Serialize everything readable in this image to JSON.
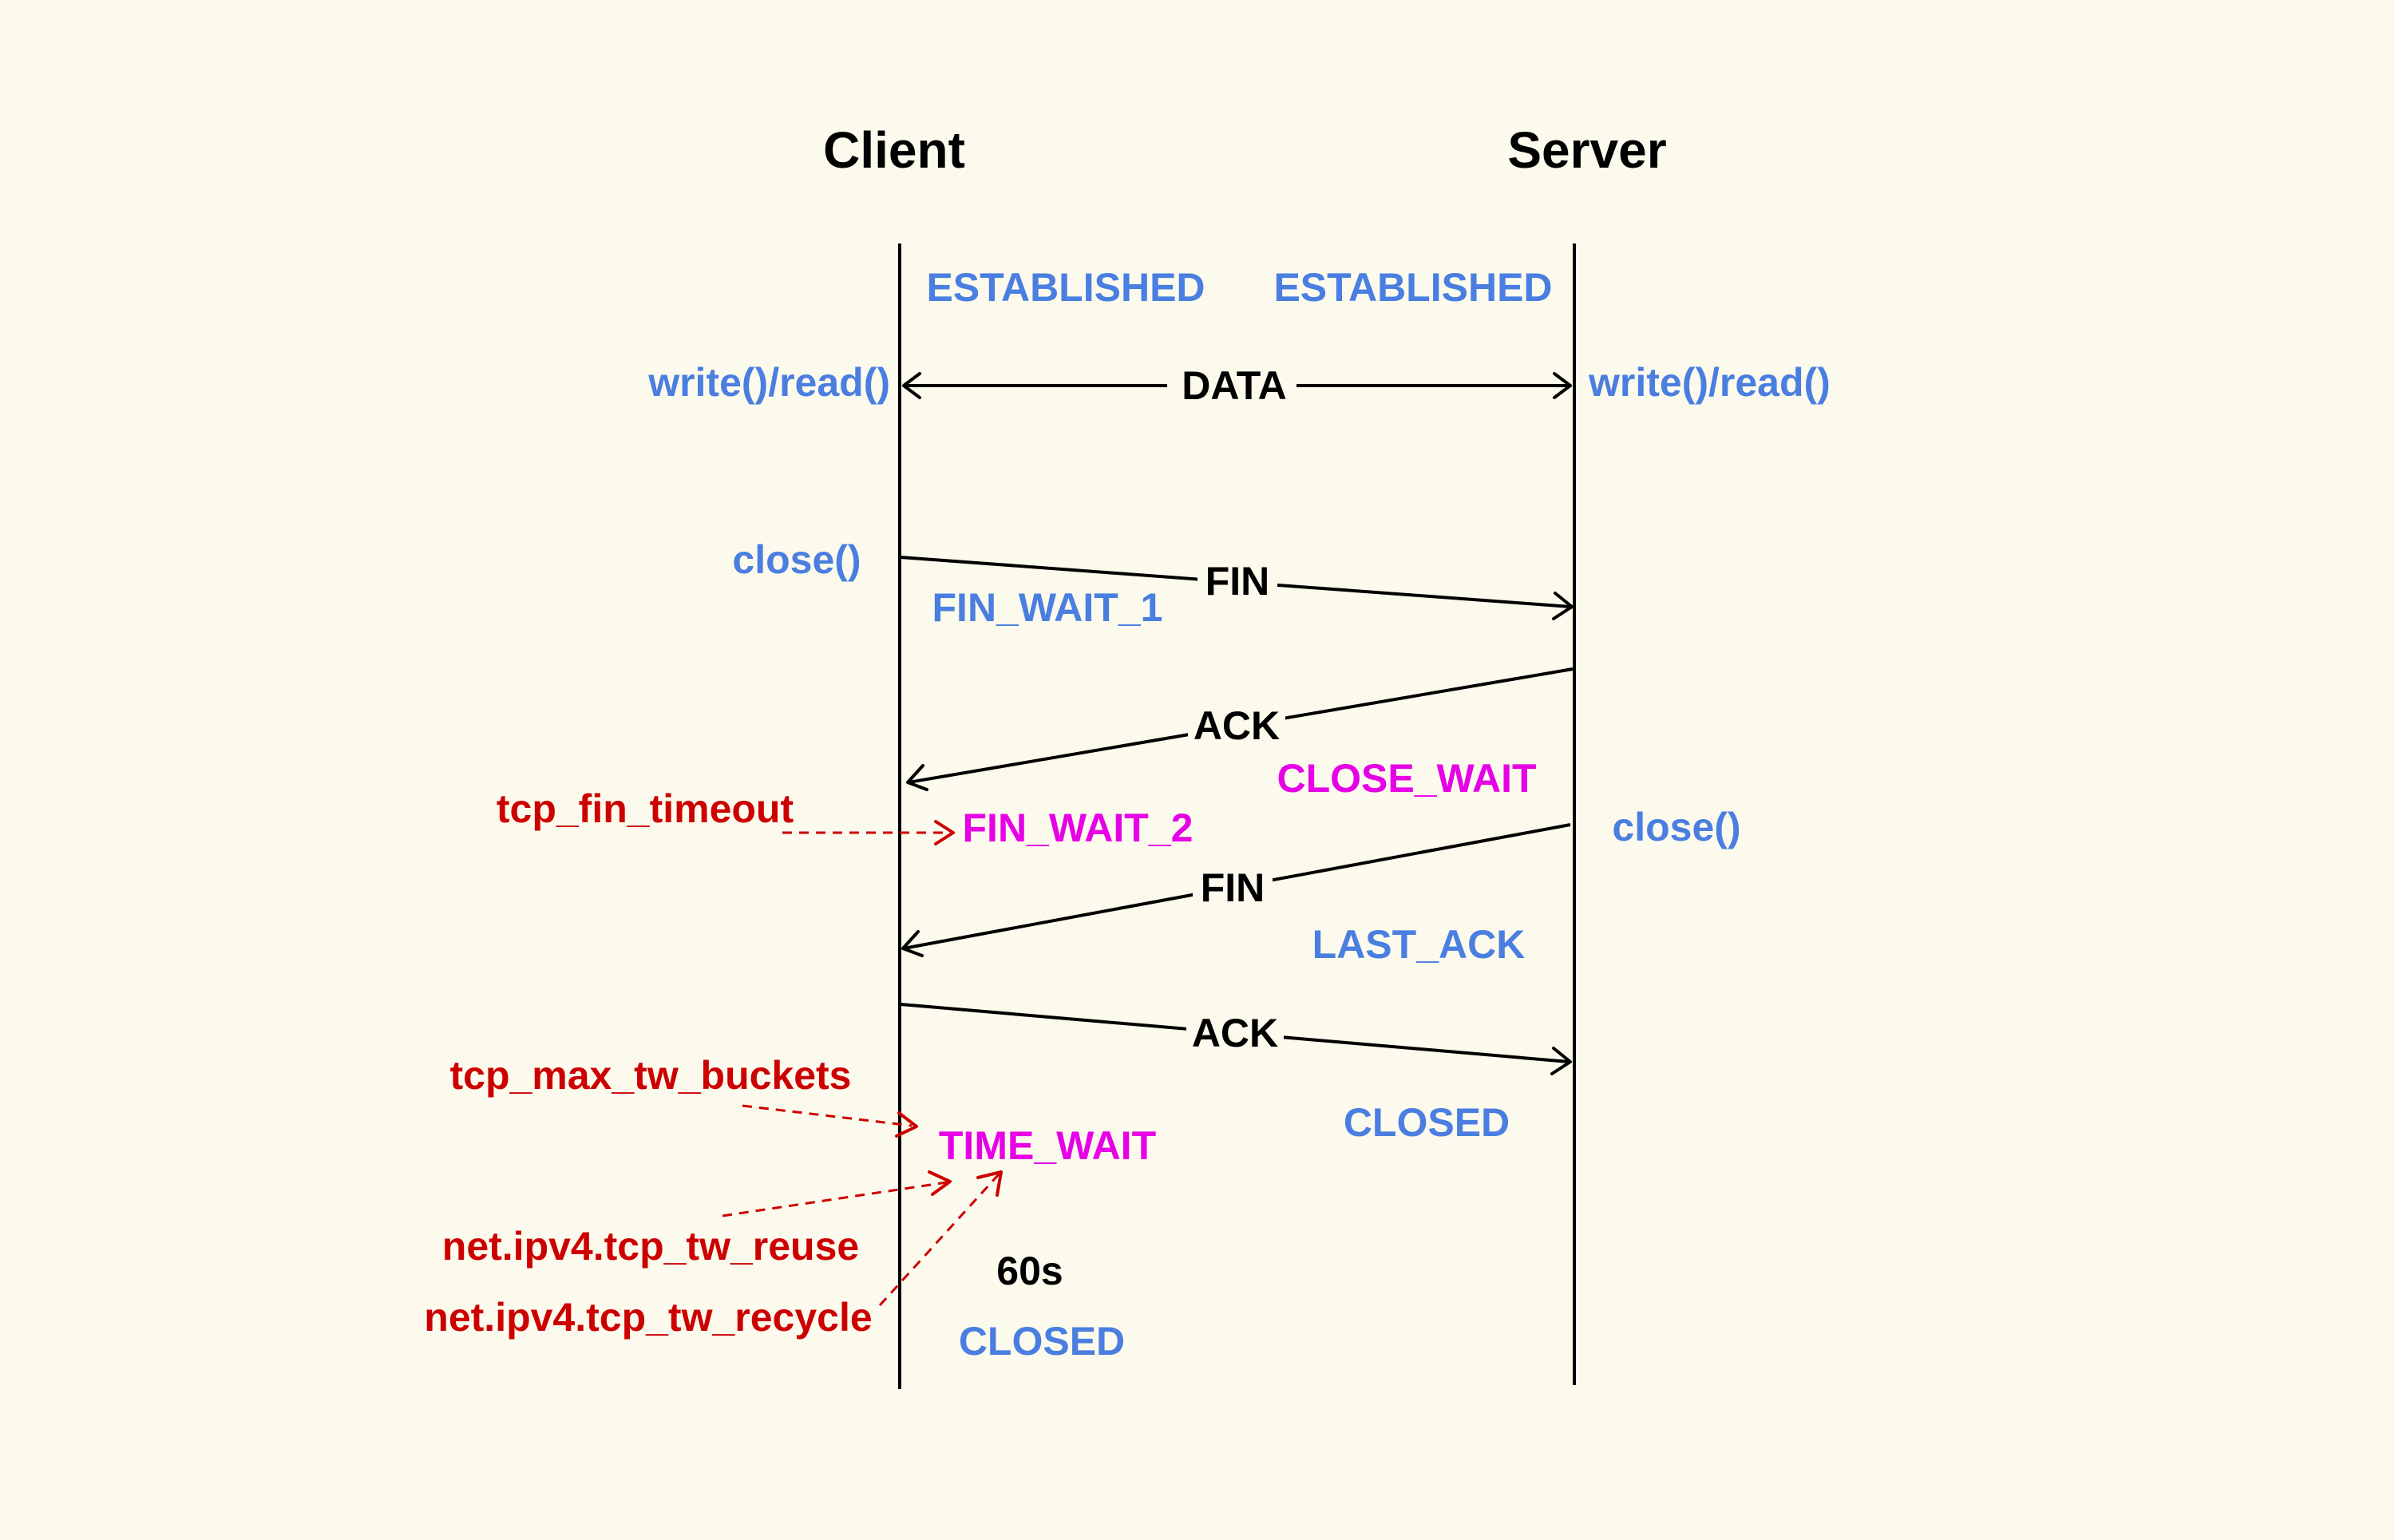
{
  "headers": {
    "client": "Client",
    "server": "Server"
  },
  "client_states": {
    "established": "ESTABLISHED",
    "fin_wait_1": "FIN_WAIT_1",
    "fin_wait_2": "FIN_WAIT_2",
    "time_wait": "TIME_WAIT",
    "closed": "CLOSED"
  },
  "server_states": {
    "established": "ESTABLISHED",
    "close_wait": "CLOSE_WAIT",
    "last_ack": "LAST_ACK",
    "closed": "CLOSED"
  },
  "calls": {
    "client_rw": "write()/read()",
    "server_rw": "write()/read()",
    "client_close": "close()",
    "server_close": "close()"
  },
  "messages": {
    "data": "DATA",
    "fin1": "FIN",
    "ack1": "ACK",
    "fin2": "FIN",
    "ack2": "ACK"
  },
  "timer": "60s",
  "kernel_params": {
    "fin_timeout": "tcp_fin_timeout",
    "max_tw_buckets": "tcp_max_tw_buckets",
    "tw_reuse": "net.ipv4.tcp_tw_reuse",
    "tw_recycle": "net.ipv4.tcp_tw_recycle"
  },
  "colors": {
    "background": "#fcfaed",
    "state_blue": "#4a7ee0",
    "state_magenta": "#e600e6",
    "param_red": "#cc0000",
    "text_black": "#000000"
  }
}
